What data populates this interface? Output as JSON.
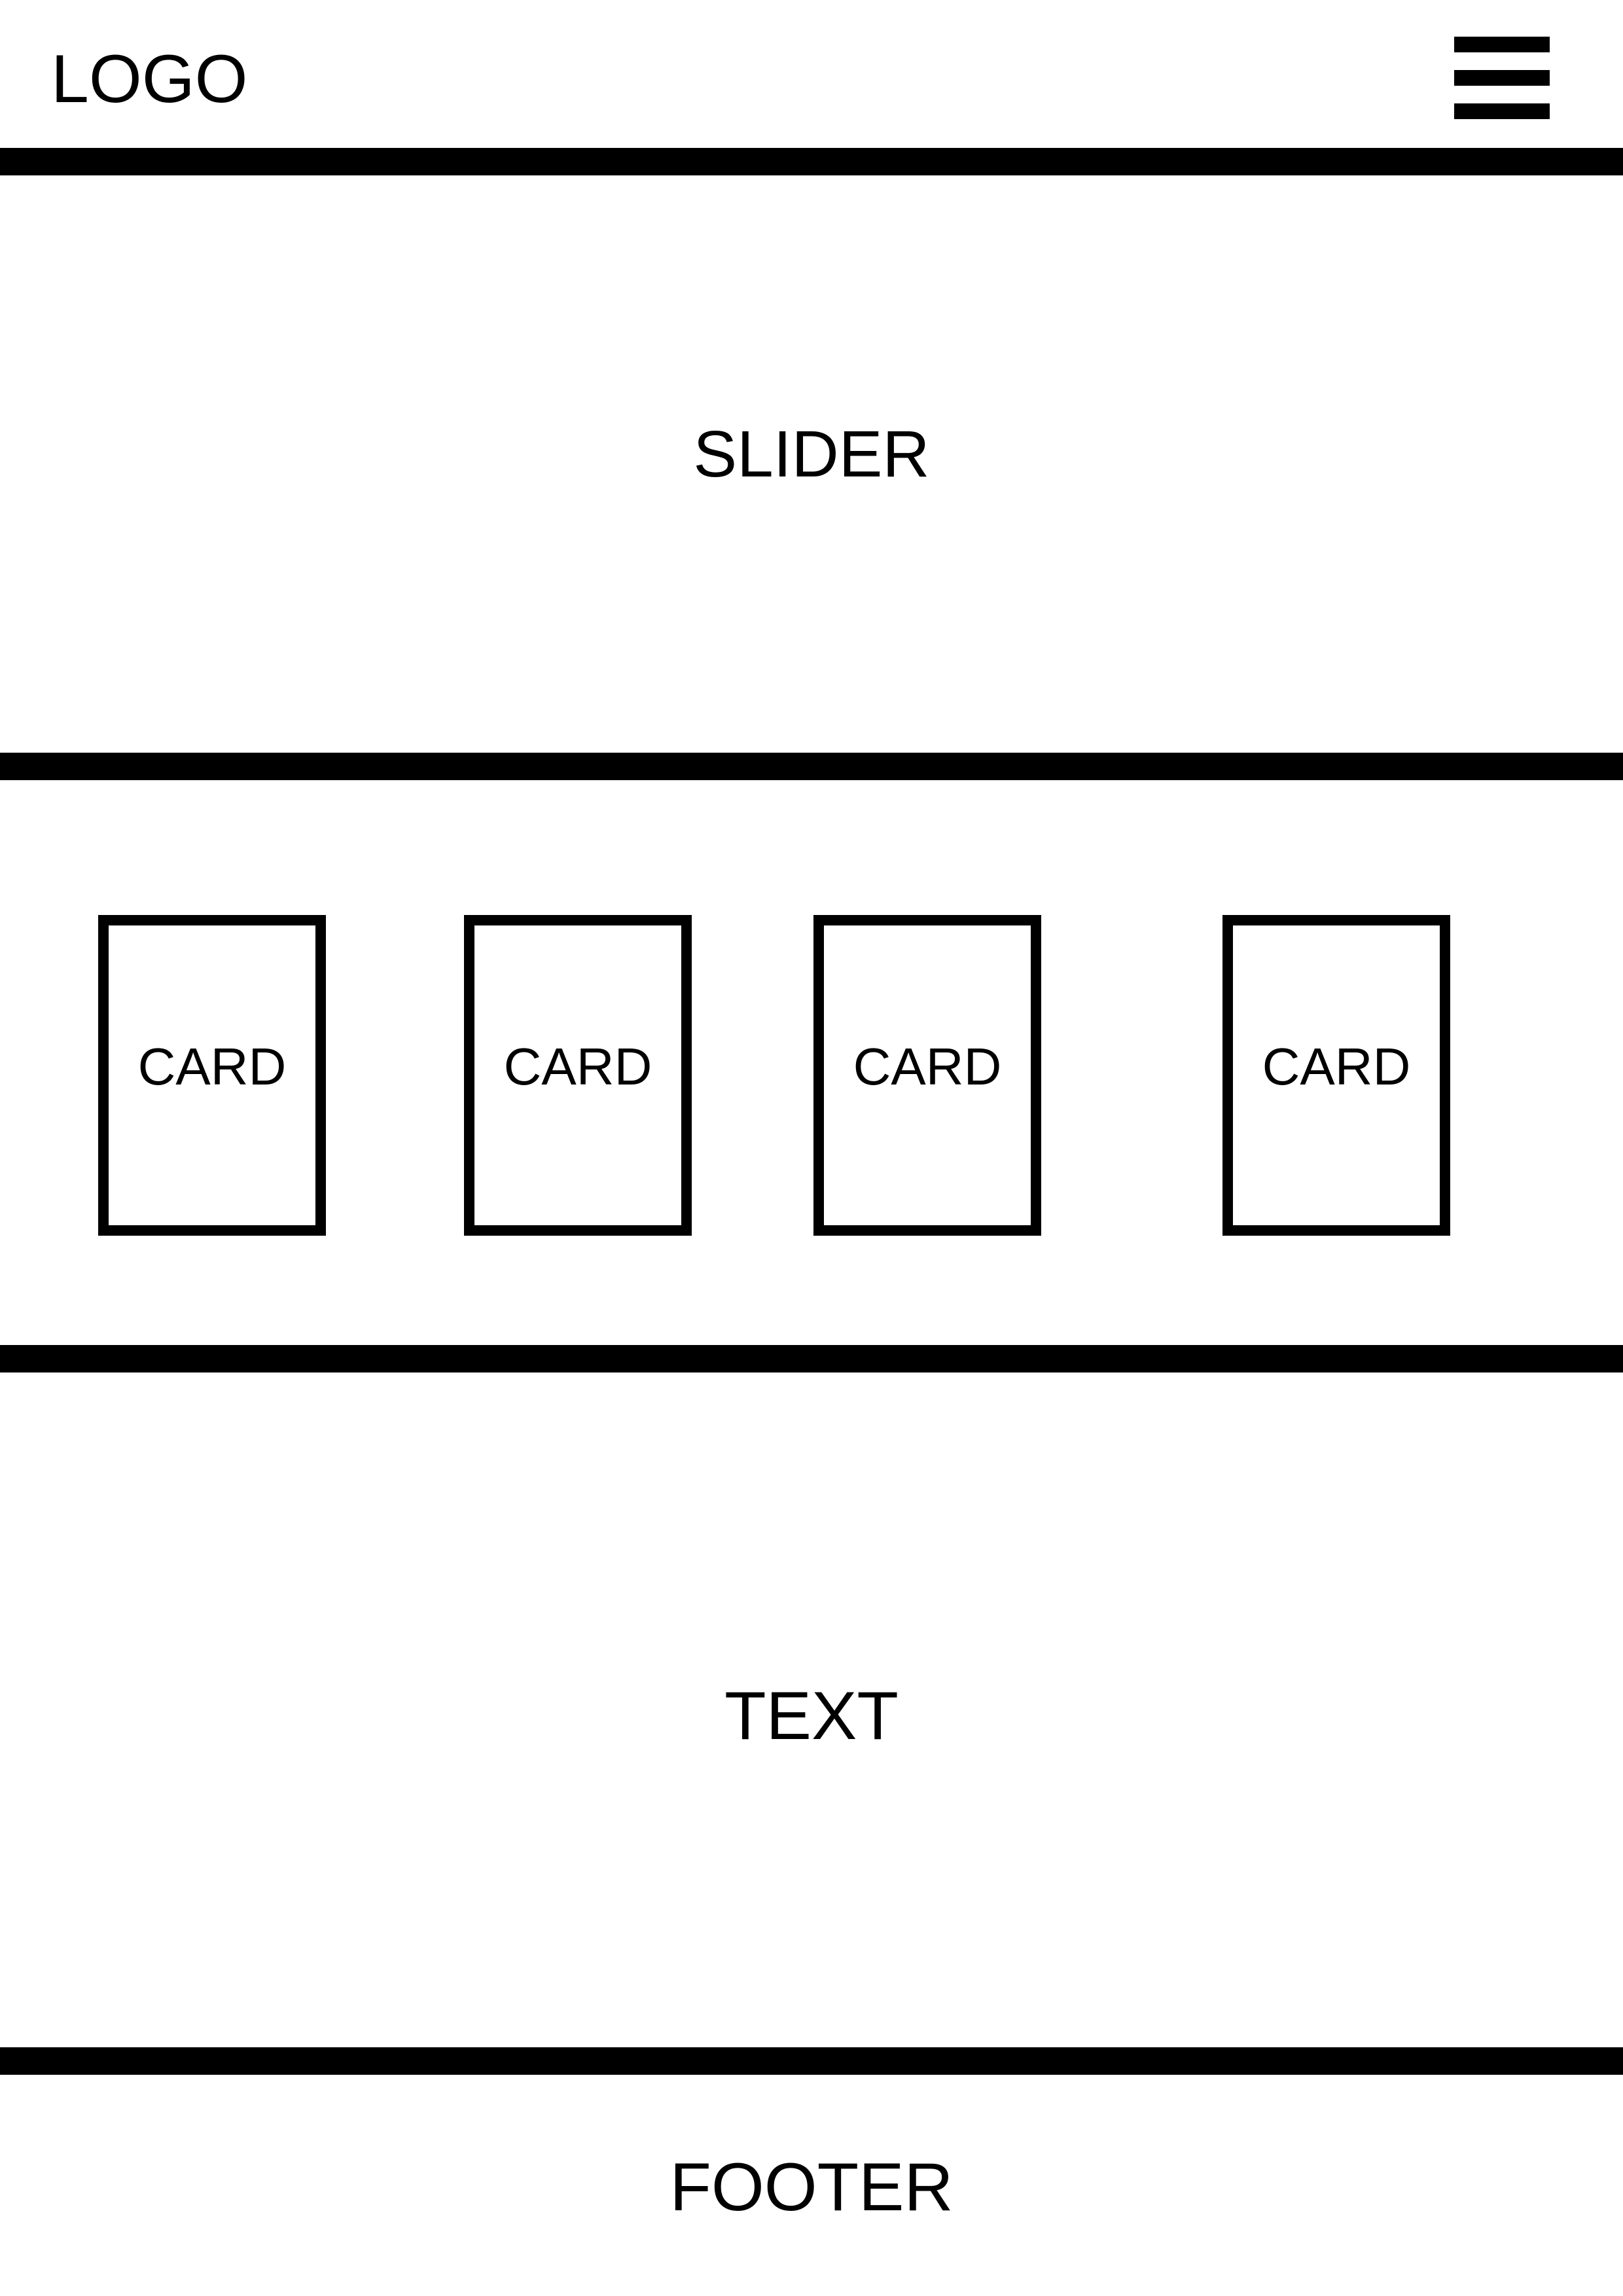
{
  "header": {
    "logo": "LOGO",
    "menu_icon": "hamburger-menu-icon"
  },
  "slider": {
    "label": "SLIDER"
  },
  "cards": [
    {
      "label": "CARD"
    },
    {
      "label": "CARD"
    },
    {
      "label": "CARD"
    },
    {
      "label": "CARD"
    }
  ],
  "text_section": {
    "label": "TEXT"
  },
  "footer": {
    "label": "FOOTER"
  },
  "colors": {
    "line": "#000000",
    "background": "#ffffff"
  }
}
